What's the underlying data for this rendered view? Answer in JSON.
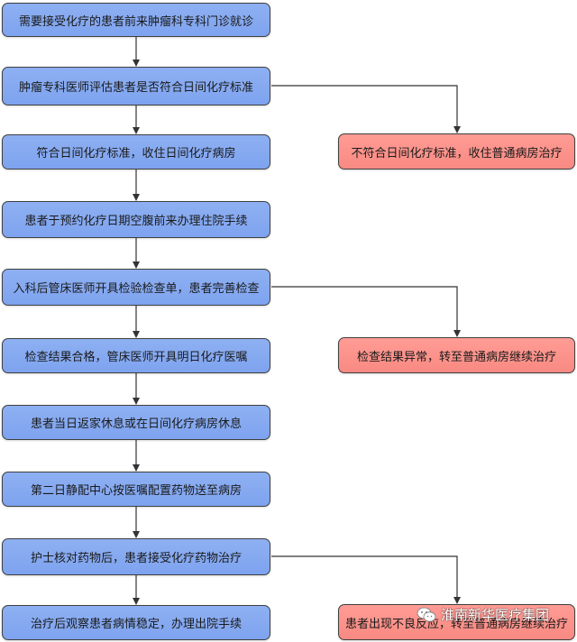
{
  "nodes": {
    "step1": "需要接受化疗的患者前来肿瘤科专科门诊就诊",
    "step2": "肿瘤专科医师评估患者是否符合日间化疗标准",
    "step3": "符合日间化疗标准，收住日间化疗病房",
    "step3_alt": "不符合日间化疗标准，收住普通病房治疗",
    "step4": "患者于预约化疗日期空腹前来办理住院手续",
    "step5": "入科后管床医师开具检验检查单，患者完善检查",
    "step6": "检查结果合格，管床医师开具明日化疗医嘱",
    "step6_alt": "检查结果异常，转至普通病房继续治疗",
    "step7": "患者当日返家休息或在日间化疗病房休息",
    "step8": "第二日静配中心按医嘱配置药物送至病房",
    "step9": "护士核对药物后，患者接受化疗药物治疗",
    "step10": "治疗后观察患者病情稳定，办理出院手续",
    "step10_alt": "患者出现不良反应，转至普通病房继续治疗"
  },
  "watermark": {
    "text": "淮南新华医疗集团",
    "icon": "wechat-icon"
  },
  "colors": {
    "main_fill": "#7ea3ef",
    "alt_fill": "#f88a82",
    "border": "#3f3f3f"
  }
}
